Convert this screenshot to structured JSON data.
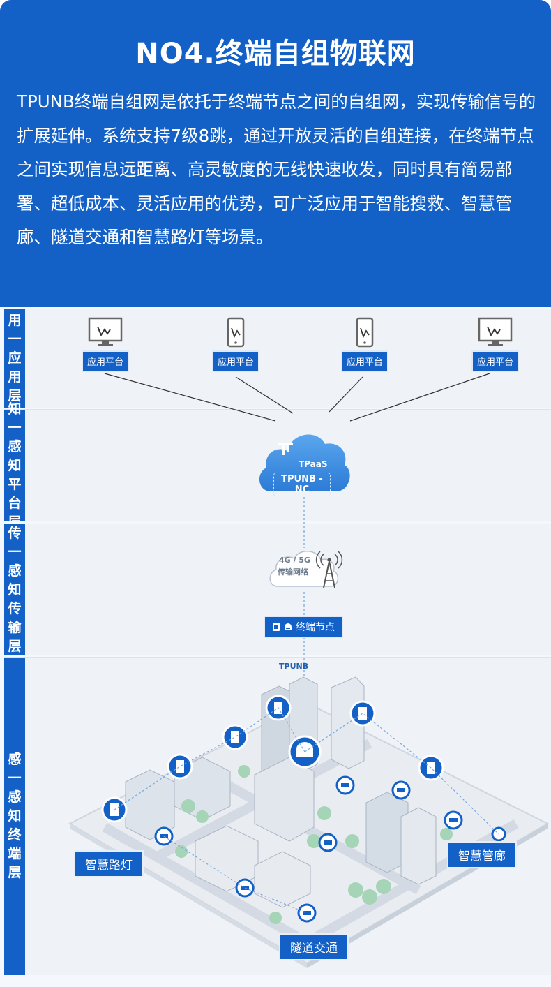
{
  "header": {
    "title": "NO4.终端自组物联网",
    "intro": "TPUNB终端自组网是依托于终端节点之间的自组网，实现传输信号的扩展延伸。系统支持7级8跳，通过开放灵活的自组连接，在终端节点之间实现信息远距离、高灵敏度的无线快速收发，同时具有简易部署、超低成本、灵活应用的优势，可广泛应用于智能搜救、智慧管廊、隧道交通和智慧路灯等场景。"
  },
  "layers": [
    {
      "label": "用一应用层"
    },
    {
      "label": "知一感知平台层"
    },
    {
      "label": "传一感知传输层"
    },
    {
      "label": "感一感知终端层"
    }
  ],
  "apps": [
    {
      "label": "应用平台",
      "icon": "monitor-icon"
    },
    {
      "label": "应用平台",
      "icon": "phone-icon"
    },
    {
      "label": "应用平台",
      "icon": "phone-icon"
    },
    {
      "label": "应用平台",
      "icon": "monitor-icon"
    }
  ],
  "platform": {
    "name": "TPaaS",
    "sub": "TPUNB - NC",
    "icon": "tpunb-logo-icon"
  },
  "network": {
    "line1": "4G / 5G",
    "line2": "传输网络",
    "icon": "signal-tower-icon"
  },
  "node": {
    "label": "终端节点",
    "icons": [
      "tag-device-icon",
      "bell-device-icon"
    ]
  },
  "tpunb_label": "TPUNB",
  "scenes": [
    {
      "label": "智慧路灯"
    },
    {
      "label": "智慧管廊"
    },
    {
      "label": "隧道交通"
    }
  ],
  "colors": {
    "brand": "#1360c7",
    "cloud": "#3d8fe0"
  }
}
